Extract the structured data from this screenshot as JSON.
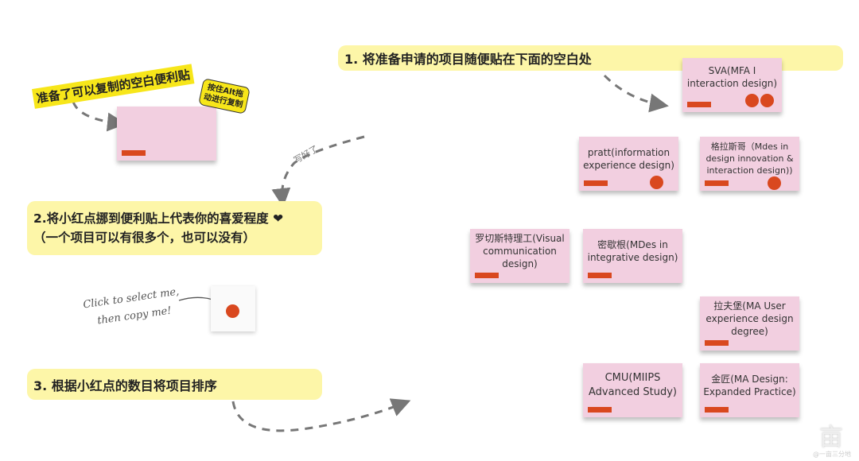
{
  "annotations": {
    "blank_note_label": "准备了可以复制的空白便利贴",
    "alt_drag_tip": "按住Alt拖动进行复制",
    "written": "写好了",
    "click_me_line1": "Click to select me,",
    "click_me_line2": "then copy me!"
  },
  "steps": {
    "step1": "1. 将准备申请的项目随便贴在下面的空白处",
    "step2_line1": "2.将小红点挪到便利贴上代表你的喜爱程度 ❤",
    "step2_line2": "（一个项目可以有很多个，也可以没有）",
    "step3": "3. 根据小红点的数目将项目排序"
  },
  "notes": [
    {
      "text": "SVA(MFA I interaction design)",
      "dots": 2
    },
    {
      "text": "pratt(information experience design)",
      "dots": 1
    },
    {
      "text": "格拉斯哥（Mdes in design innovation & interaction design))",
      "dots": 1
    },
    {
      "text": "罗切斯特理工(Visual communication design)",
      "dots": 0
    },
    {
      "text": "密歇根(MDes in integrative design)",
      "dots": 0
    },
    {
      "text": "拉夫堡(MA User experience design degree)",
      "dots": 0
    },
    {
      "text": "CMU(MIIPS Advanced Study)",
      "dots": 0
    },
    {
      "text": "金匠(MA Design: Expanded Practice)",
      "dots": 0
    }
  ],
  "watermark": "@一亩三分地",
  "colors": {
    "note": "#f2cfe0",
    "dot": "#d9481f",
    "step_bg": "#fdf6a8",
    "highlight": "#f7e61a"
  }
}
